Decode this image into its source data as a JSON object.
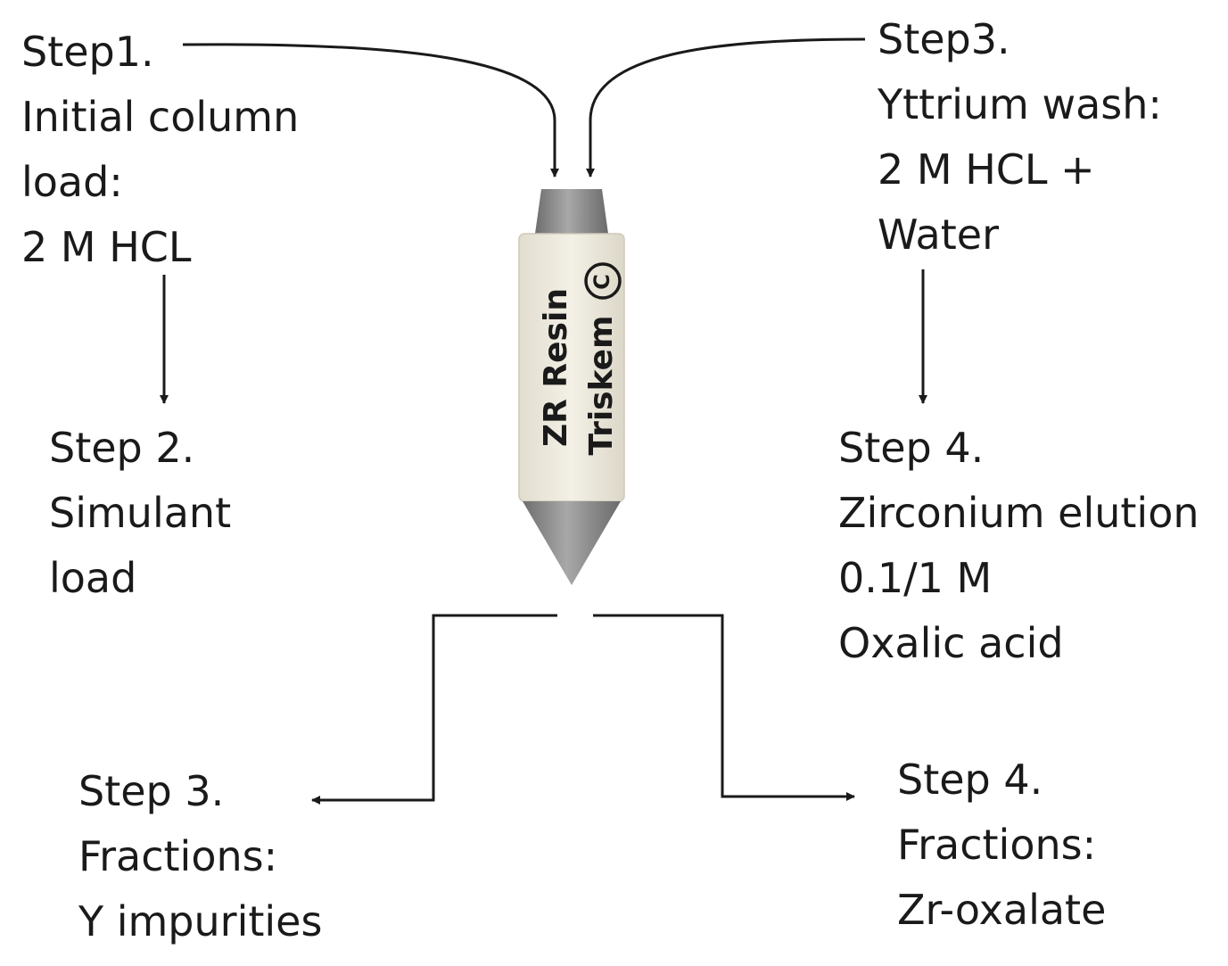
{
  "step1": [
    "Step1.",
    "Initial column",
    "load:",
    "2 M HCL"
  ],
  "step2": [
    "Step 2.",
    "Simulant",
    "load"
  ],
  "step3_wash": [
    "Step3.",
    "Yttrium wash:",
    "2 M HCL +",
    "Water"
  ],
  "step4_elution": [
    "Step 4.",
    "Zirconium elution",
    "0.1/1 M",
    "Oxalic acid"
  ],
  "step3_fractions": [
    "Step 3.",
    "Fractions:",
    "Y impurities"
  ],
  "step4_fractions": [
    "Step 4.",
    "Fractions:",
    "Zr-oxalate"
  ],
  "column": {
    "resin_label": "ZR Resin",
    "brand_label": "Triskem",
    "brand_mark": "C",
    "body_color": "#efebdf",
    "cap_color": "#8f8f8f"
  }
}
